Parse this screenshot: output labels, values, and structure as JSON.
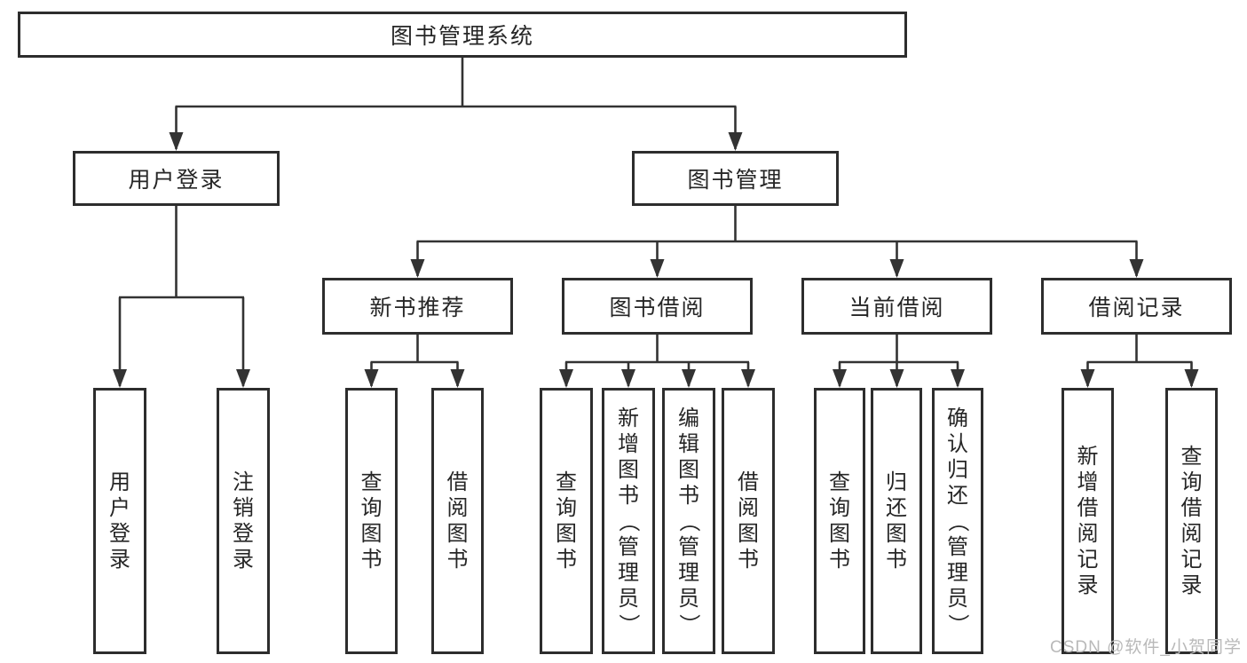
{
  "diagram": {
    "title_node": {
      "label": "图书管理系统"
    },
    "level2": {
      "user_login": {
        "label": "用户登录"
      },
      "book_mgmt": {
        "label": "图书管理"
      }
    },
    "level3": {
      "new_book_rec": {
        "label": "新书推荐"
      },
      "book_borrow": {
        "label": "图书借阅"
      },
      "current_borrow": {
        "label": "当前借阅"
      },
      "borrow_record": {
        "label": "借阅记录"
      }
    },
    "leaves": {
      "user_login_action": {
        "label": "用户登录"
      },
      "logout_action": {
        "label": "注销登录"
      },
      "rec_query_books": {
        "label": "查询图书"
      },
      "rec_borrow_books": {
        "label": "借阅图书"
      },
      "bb_query_books": {
        "label": "查询图书"
      },
      "bb_add_books_admin": {
        "label": "新增图书（管理员）"
      },
      "bb_edit_books_admin": {
        "label": "编辑图书（管理员）"
      },
      "bb_borrow_books": {
        "label": "借阅图书"
      },
      "cur_query_books": {
        "label": "查询图书"
      },
      "cur_return_books": {
        "label": "归还图书"
      },
      "cur_confirm_return_admin": {
        "label": "确认归还（管理员）"
      },
      "rl_add_borrow_record": {
        "label": "新增借阅记录"
      },
      "rl_query_borrow_record": {
        "label": "查询借阅记录"
      }
    },
    "colors": {
      "line": "#333333",
      "border": "#2d2d2d",
      "text": "#262626",
      "watermark": "#b9b9b9"
    },
    "watermark": "CSDN @软件_小贺同学"
  }
}
